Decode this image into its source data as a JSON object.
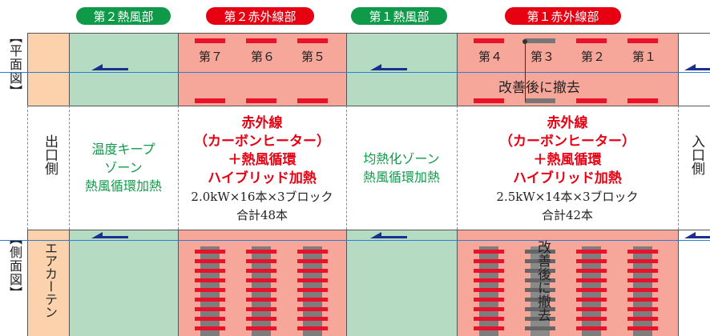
{
  "zones": {
    "zone_b_label": "第２熱風部",
    "zone_a_label": "第２赤外線部",
    "zone_d_label": "第１熱風部",
    "zone_c_label": "第１赤外線部"
  },
  "rows": {
    "plan_view": "【平面図】",
    "side_view": "【側面図】"
  },
  "heaters_plan_left": [
    "第７",
    "第６",
    "第５"
  ],
  "heaters_plan_right": [
    "第４",
    "第３",
    "第２",
    "第１"
  ],
  "removed_note": "改善後に撤去",
  "removed_note_side": "改善後に撤去",
  "middle": {
    "outlet": "出口側",
    "inlet": "入口側",
    "keep_zone": [
      "温度キープ",
      "ゾーン",
      "熱風循環加熱"
    ],
    "ir2_bold": [
      "赤外線",
      "（カーボンヒーター）",
      "＋熱風循環",
      "ハイブリッド加熱"
    ],
    "ir2_spec": [
      "2.0kW×16本×3ブロック",
      "合計48本"
    ],
    "soak_zone": [
      "均熱化ゾーン",
      "熱風循環加熱"
    ],
    "ir1_bold": [
      "赤外線",
      "（カーボンヒーター）",
      "＋熱風循環",
      "ハイブリッド加熱"
    ],
    "ir1_spec": [
      "2.5kW×14本×3ブロック",
      "合計42本"
    ]
  },
  "air_curtain": "エアカーテン",
  "colors": {
    "green_pill": "#0e9a48",
    "red_pill": "#e60012",
    "green_zone": "#b5dcc3",
    "red_zone": "#f6a79a",
    "peach_zone": "#fcd2ad",
    "conveyor_line": "#2a7fd4",
    "flow_arrow": "#1a2f8f"
  }
}
